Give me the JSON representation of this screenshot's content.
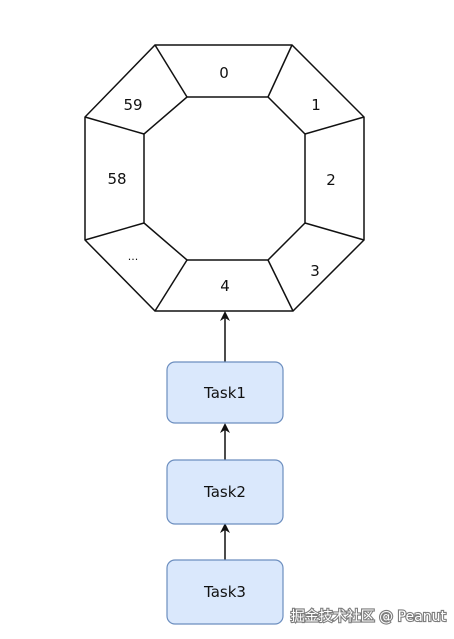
{
  "ring": {
    "slots": [
      {
        "label": "0"
      },
      {
        "label": "1"
      },
      {
        "label": "2"
      },
      {
        "label": "3"
      },
      {
        "label": "4"
      },
      {
        "label": "..."
      },
      {
        "label": "58"
      },
      {
        "label": "59"
      }
    ]
  },
  "tasks": [
    {
      "label": "Task1"
    },
    {
      "label": "Task2"
    },
    {
      "label": "Task3"
    }
  ],
  "watermark": "掘金技术社区 @ Peanut",
  "colors": {
    "stroke": "#111111",
    "task_fill": "#dae8fc",
    "task_stroke": "#6c8ebf",
    "background": "#ffffff"
  }
}
